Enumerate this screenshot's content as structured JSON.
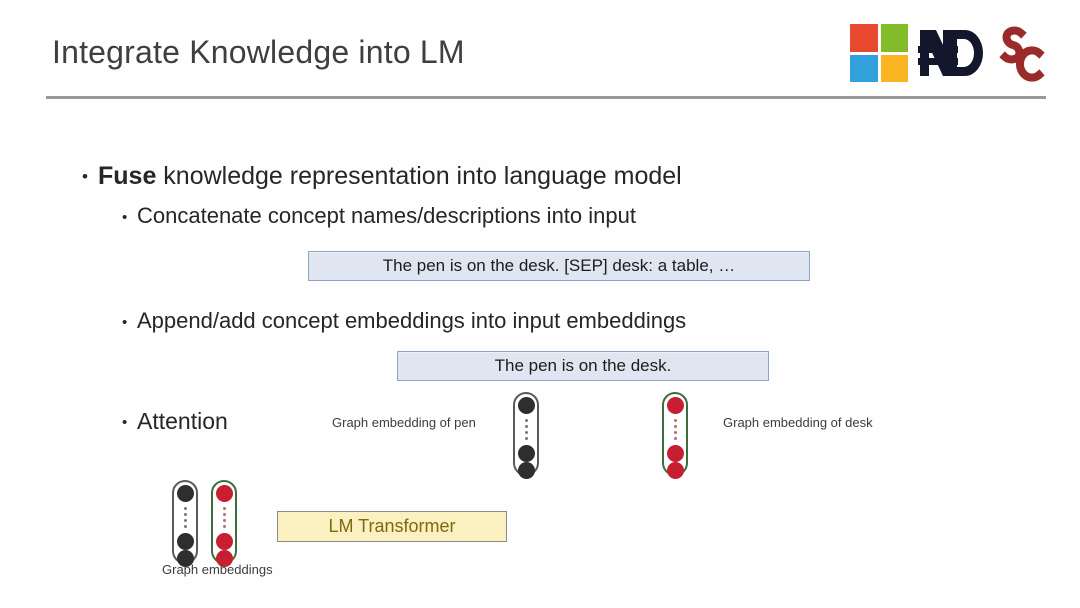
{
  "header": {
    "title": "Integrate Knowledge into LM",
    "logos": [
      {
        "name": "microsoft-logo",
        "label": "Microsoft",
        "colors": [
          "#e8492f",
          "#82bc29",
          "#32a0da",
          "#fbb522"
        ]
      },
      {
        "name": "notre-dame-logo",
        "label": "ND",
        "color": "#12172b"
      },
      {
        "name": "usc-logo",
        "label": "SC",
        "color": "#9b2franc"
      }
    ]
  },
  "content": {
    "bullet_main": {
      "marker": "•",
      "bold_text": "Fuse",
      "rest_text": " knowledge representation into language model"
    },
    "sub_bullets": [
      {
        "marker": "•",
        "text": "Concatenate concept names/descriptions into input"
      },
      {
        "marker": "•",
        "text": "Append/add concept embeddings into input embeddings"
      },
      {
        "marker": "•",
        "text": "Attention"
      }
    ],
    "sentence_boxes": [
      {
        "text": "The pen is on the desk. [SEP] desk: a table, …"
      },
      {
        "text": "The pen is on the desk."
      }
    ],
    "lm_transformer": {
      "label": "LM Transformer"
    },
    "captions": {
      "pen": "Graph embedding of pen",
      "desk": "Graph embedding of desk",
      "bottom": "Graph embeddings"
    }
  },
  "colors": {
    "title_text": "#3f3f3f",
    "rule": "#9a9a9a",
    "blue_box_fill": "#dfe5f1",
    "blue_box_border": "#8fa4c4",
    "yellow_box_fill": "#fbf0c0",
    "yellow_box_border": "#8c8c8c",
    "yellow_box_text": "#7d6a10",
    "node_dark": "#2e2e2e",
    "node_red": "#c81e32",
    "col_border_dark": "#5a5a5a",
    "col_border_green": "#3a6e3a"
  }
}
